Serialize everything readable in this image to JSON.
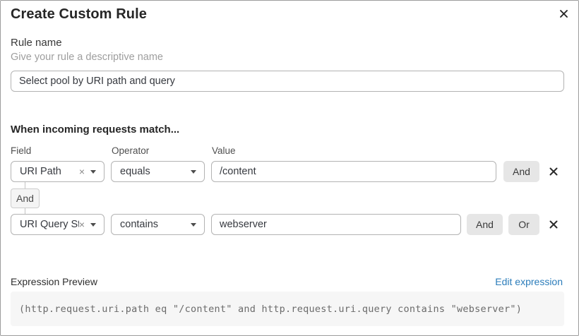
{
  "dialog": {
    "title": "Create Custom Rule"
  },
  "icons": {
    "clear": "×"
  },
  "rule_name": {
    "label": "Rule name",
    "hint": "Give your rule a descriptive name",
    "value": "Select pool by URI path and query"
  },
  "matcher": {
    "heading": "When incoming requests match...",
    "columns": {
      "field": "Field",
      "operator": "Operator",
      "value": "Value"
    },
    "connector_label": "And",
    "rows": [
      {
        "field": "URI Path",
        "operator": "equals",
        "value": "/content",
        "logic_buttons": [
          "And"
        ]
      },
      {
        "field": "URI Query St...",
        "operator": "contains",
        "value": "webserver",
        "logic_buttons": [
          "And",
          "Or"
        ]
      }
    ]
  },
  "expression": {
    "label": "Expression Preview",
    "edit_link": "Edit expression",
    "code": "(http.request.uri.path eq \"/content\" and http.request.uri.query contains \"webserver\")"
  },
  "colors": {
    "link": "#2b7cba",
    "button_bg": "#e6e6e6",
    "code_bg": "#f6f6f6",
    "input_border": "#b3b3b3"
  }
}
